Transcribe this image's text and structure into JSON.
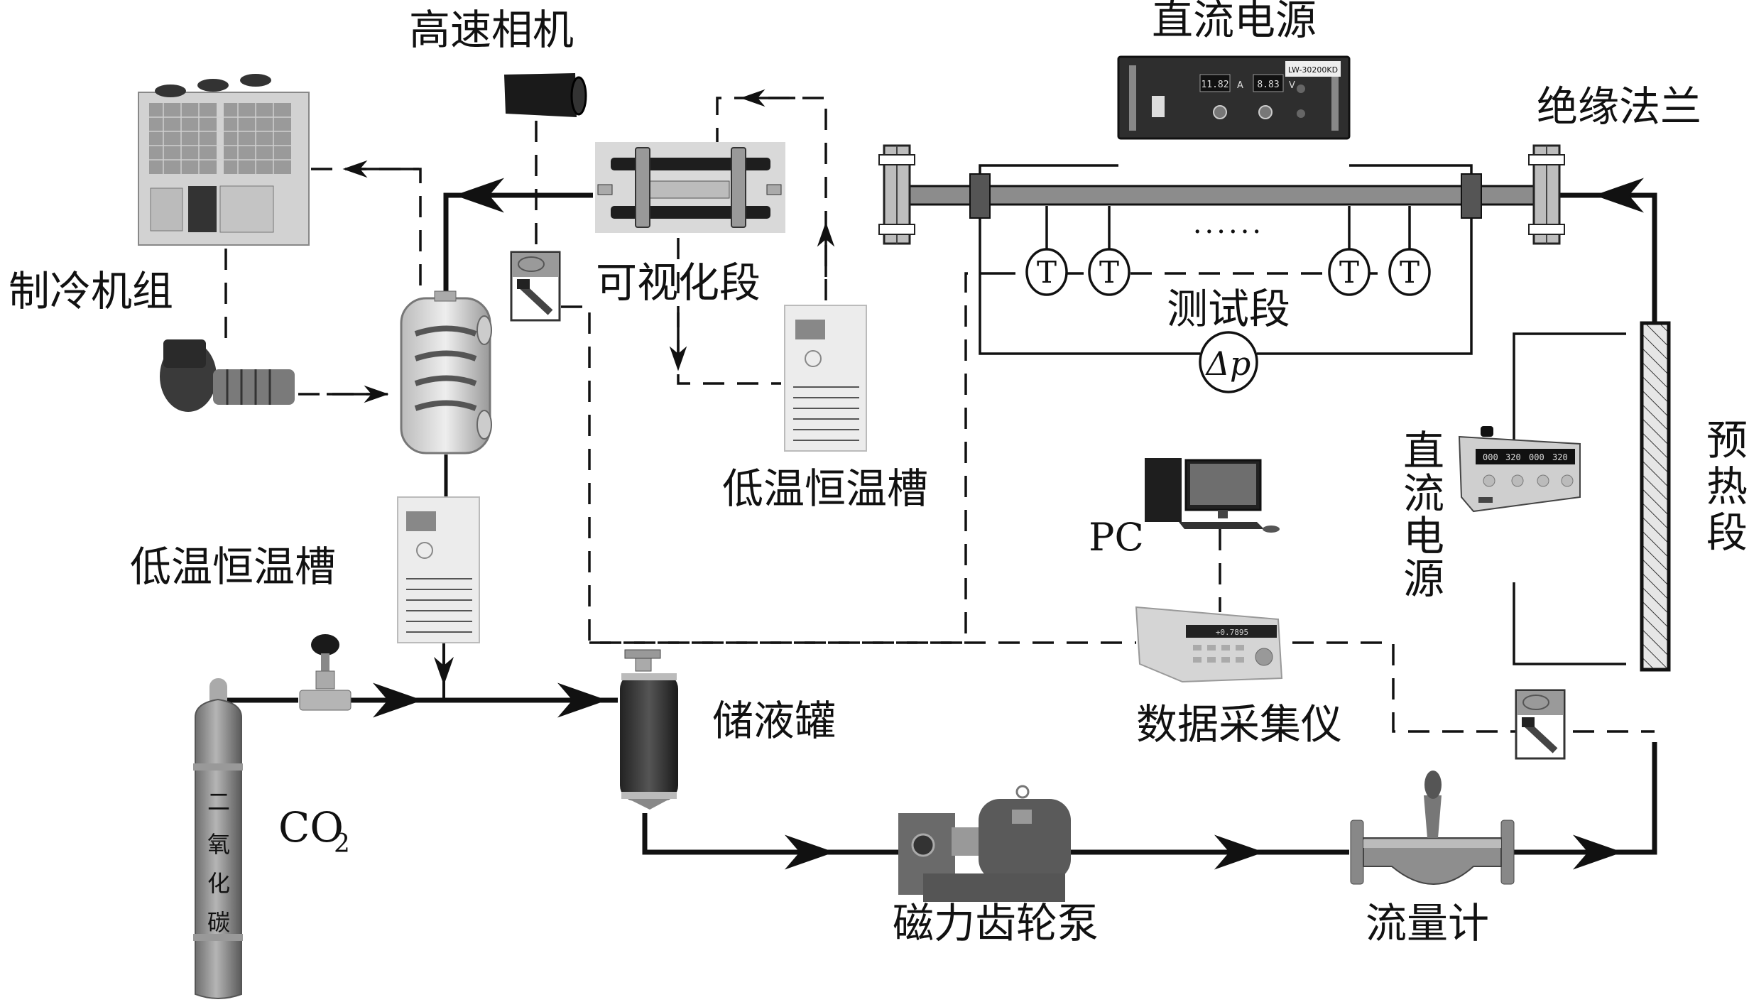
{
  "title": "CO2 flow boiling experimental system schematic",
  "labels": {
    "high_speed_camera": "高速相机",
    "dc_power_top": "直流电源",
    "insulating_flange": "绝缘法兰",
    "refrigeration_unit": "制冷机组",
    "visualization_section": "可视化段",
    "test_section": "测试段",
    "delta_p": "Δp",
    "thermocouple": "T",
    "ellipsis": "······",
    "cryostat_upper": "低温恒温槽",
    "cryostat_left": "低温恒温槽",
    "pc": "PC",
    "dc_power_side": [
      "直",
      "流",
      "电",
      "源"
    ],
    "preheat_section": [
      "预",
      "热",
      "段"
    ],
    "daq": "数据采集仪",
    "reservoir": "储液罐",
    "co2": "CO",
    "co2_sub": "2",
    "cylinder_text": [
      "二",
      "氧",
      "化",
      "碳"
    ],
    "gear_pump": "磁力齿轮泵",
    "flow_meter": "流量计"
  },
  "instrument_readouts": {
    "dc_power_top_model": "LW-30200KD",
    "dc_power_top_current": "11.82",
    "dc_power_top_current_unit": "A",
    "dc_power_top_voltage": "8.83",
    "dc_power_top_voltage_unit": "V",
    "dc_power_side_displays": [
      "000",
      "320",
      "000",
      "320"
    ],
    "daq_display": "+0.7895"
  },
  "colors": {
    "line": "#111111",
    "device_dark": "#2a2a2a",
    "device_mid": "#8a8a8a",
    "device_light": "#d8d8d8"
  }
}
